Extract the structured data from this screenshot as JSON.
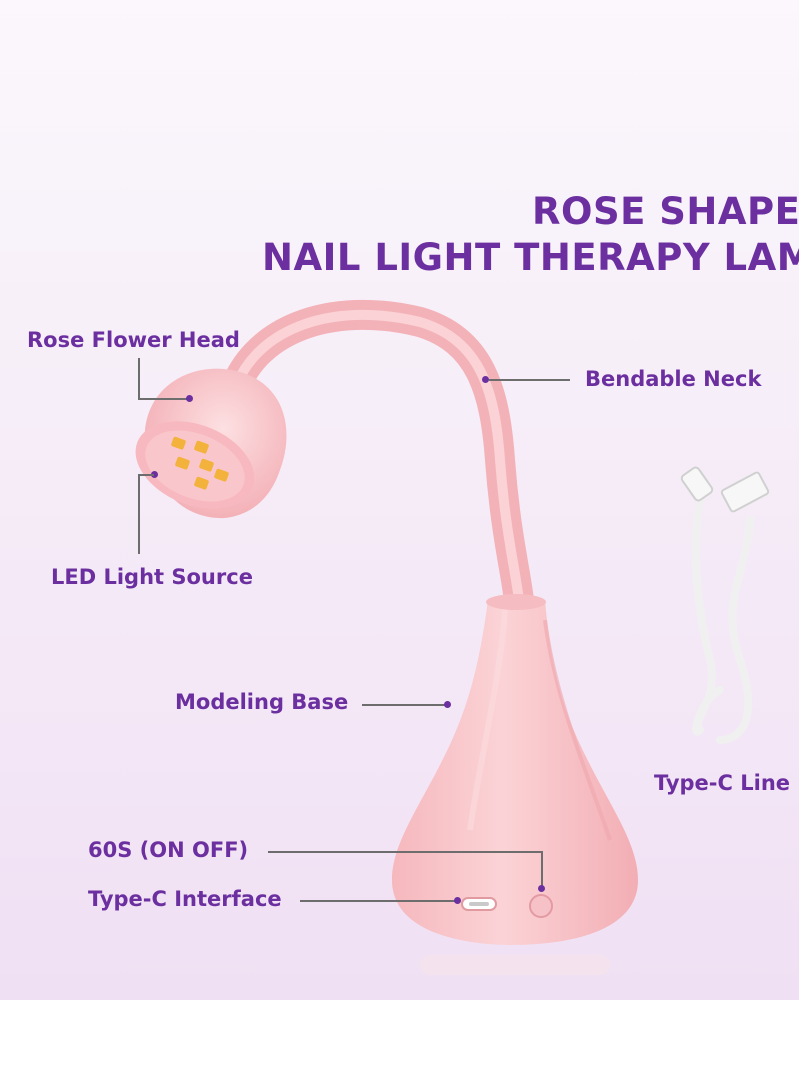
{
  "headline": {
    "line1": "ROSE SHAPE -",
    "line2": "NAIL LIGHT THERAPY LAMP"
  },
  "labels": {
    "rose_flower_head": "Rose Flower Head",
    "bendable_neck": "Bendable Neck",
    "led_light_source": "LED Light Source",
    "modeling_base": "Modeling Base",
    "type_c_line": "Type-C Line",
    "switch": "60S (ON OFF)",
    "type_c_interface": "Type-C Interface"
  },
  "colors": {
    "text_purple": "#6b2fa0",
    "lamp_pink": "#f7c4c8",
    "led_yellow": "#f3b23c"
  }
}
